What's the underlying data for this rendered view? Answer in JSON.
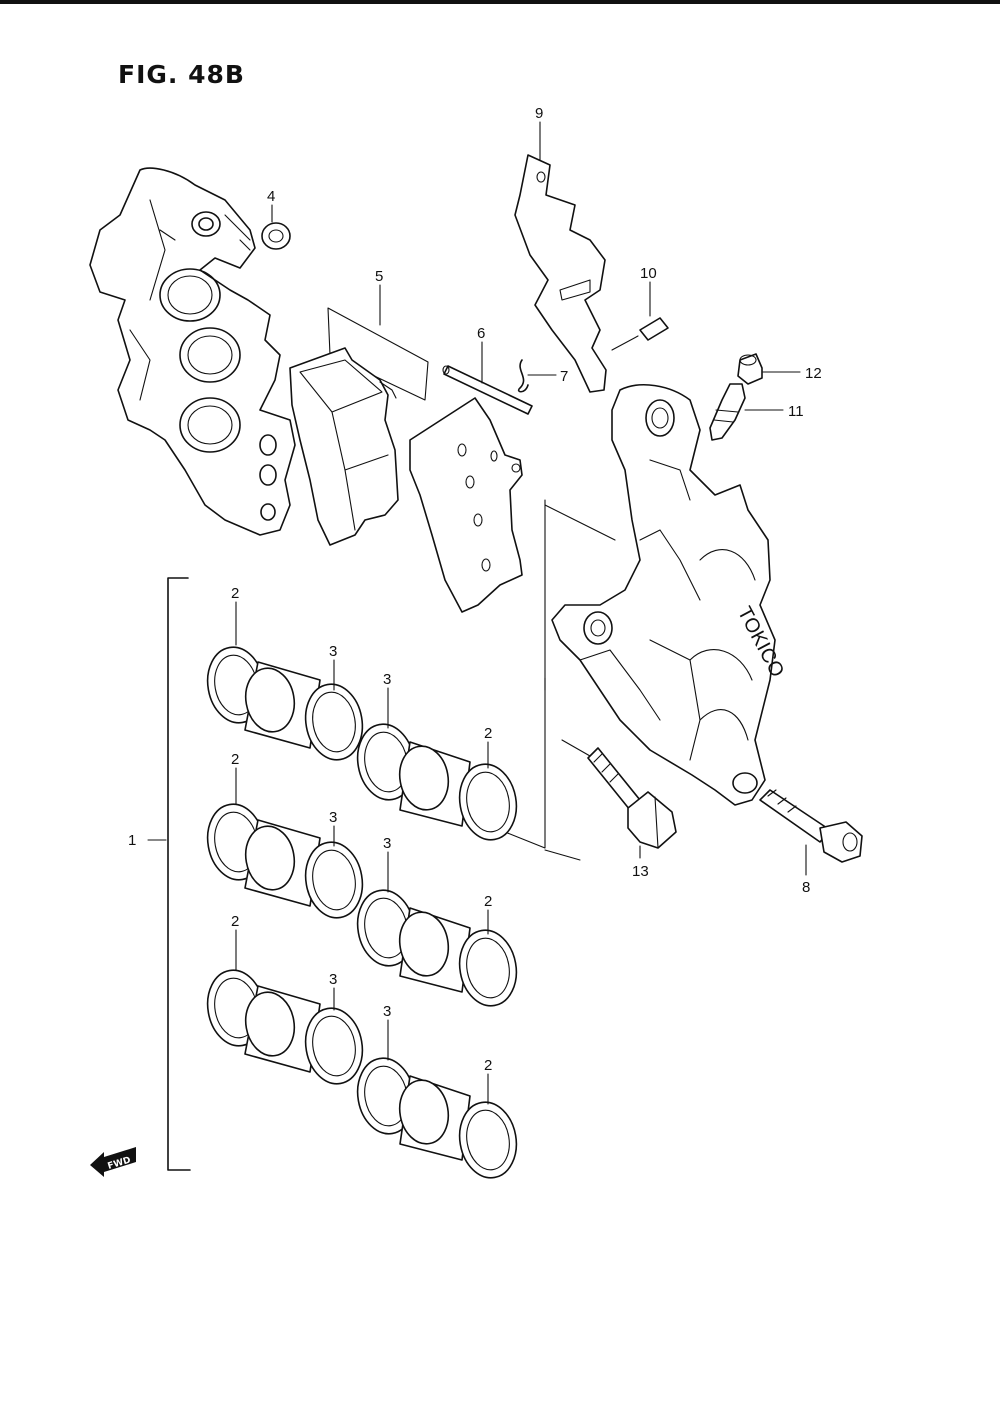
{
  "figure": {
    "title": "FIG. 48B",
    "fwd_badge": "FWD"
  },
  "callouts": {
    "c1": "1",
    "c2a": "2",
    "c2b": "2",
    "c2c": "2",
    "c2d": "2",
    "c2e": "2",
    "c2f": "2",
    "c3a": "3",
    "c3b": "3",
    "c3c": "3",
    "c3d": "3",
    "c3e": "3",
    "c3f": "3",
    "c4": "4",
    "c5": "5",
    "c6": "6",
    "c7": "7",
    "c8": "8",
    "c9": "9",
    "c10": "10",
    "c11": "11",
    "c12": "12",
    "c13": "13"
  },
  "caliper_brand": "TOKICO"
}
